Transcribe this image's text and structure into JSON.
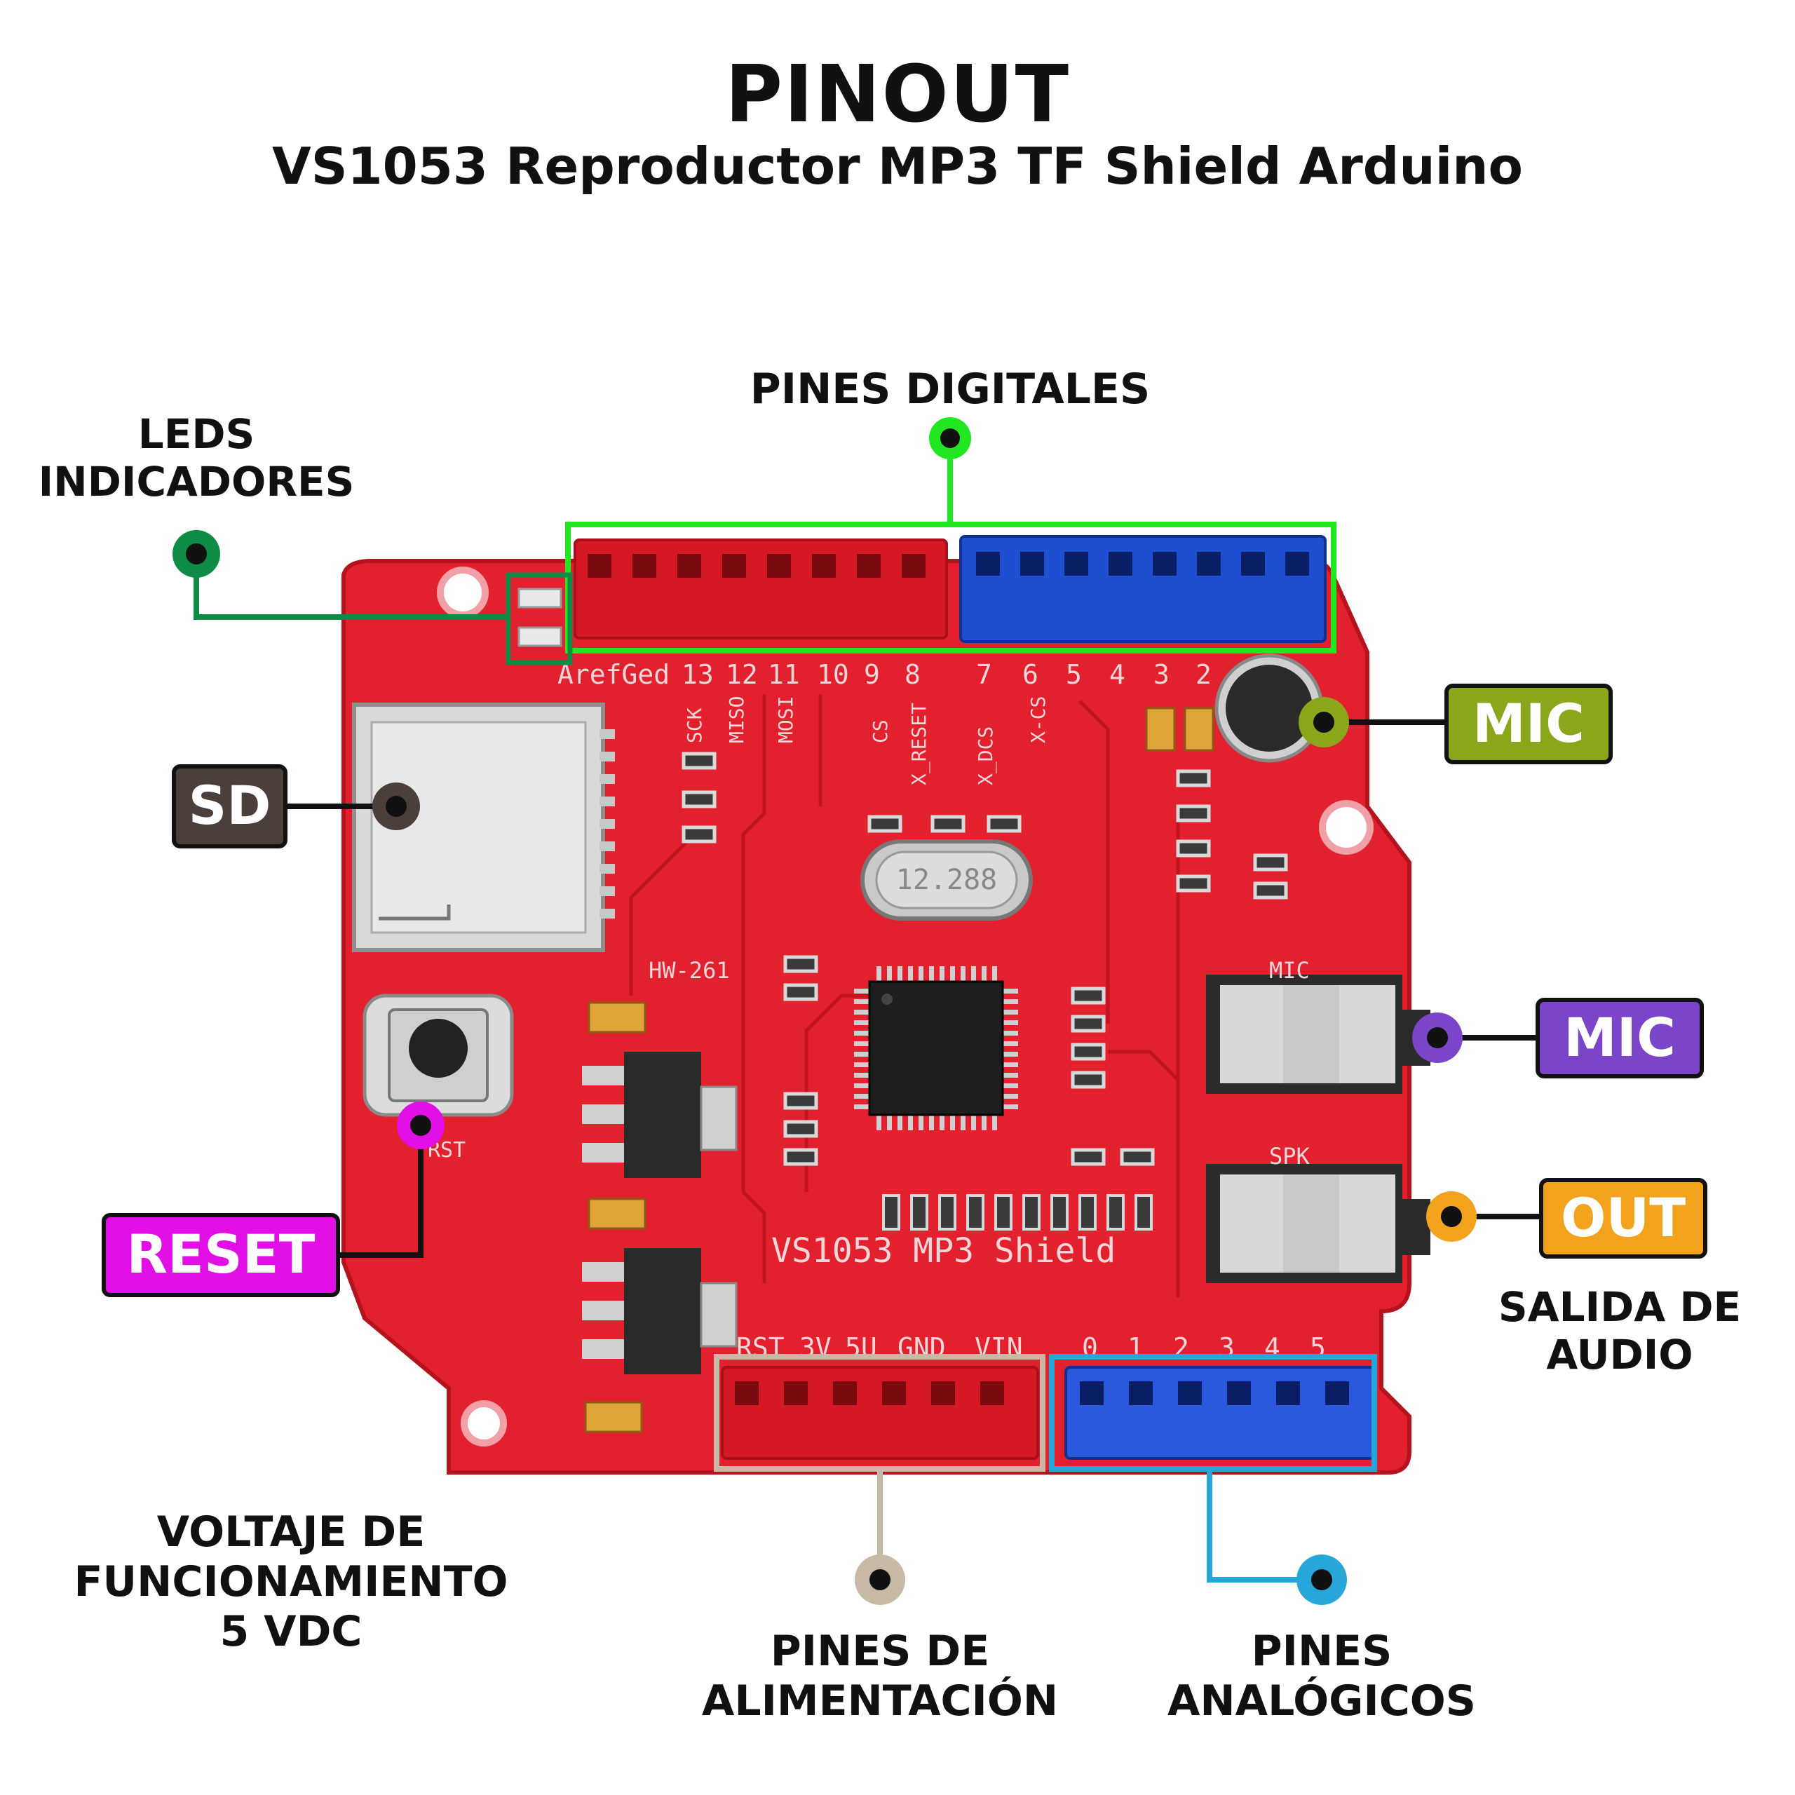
{
  "header": {
    "title": "PINOUT",
    "subtitle": "VS1053 Reproductor MP3 TF Shield Arduino"
  },
  "callouts": {
    "leds": {
      "text": "LEDS\nINDICADORES",
      "color": "#0e8c45"
    },
    "digital": {
      "text": "PINES DIGITALES",
      "color": "#22e622"
    },
    "sd": {
      "text": "SD",
      "color": "#4a3f3a"
    },
    "reset": {
      "text": "RESET",
      "color": "#e10ee6"
    },
    "mic_top": {
      "text": "MIC",
      "color": "#8aa61a"
    },
    "mic_jack": {
      "text": "MIC",
      "color": "#7a45c8"
    },
    "out": {
      "text": "OUT",
      "color": "#f3a21e"
    },
    "audio_out": {
      "text": "SALIDA DE\nAUDIO"
    },
    "voltage": {
      "text": "VOLTAJE DE\nFUNCIONAMIENTO\n5 VDC"
    },
    "power": {
      "text": "PINES DE\nALIMENTACIÓN",
      "color": "#c8b8a6"
    },
    "analog": {
      "text": "PINES\nANALÓGICOS",
      "color": "#26a6d9"
    }
  },
  "board": {
    "color": "#e3202d",
    "name_label": "VS1053 MP3 Shield",
    "model_label": "HW-261",
    "crystal_label": "12.288",
    "digital_header_labels": [
      "ArefGed",
      "13",
      "12",
      "11",
      "10",
      "9",
      "8",
      "7",
      "6",
      "5",
      "4",
      "3",
      "2"
    ],
    "spi_labels": [
      "SCK",
      "MISO",
      "MOSI",
      "CS",
      "X_RESET",
      "X_DCS",
      "X-CS"
    ],
    "power_header_labels": [
      "RST",
      "3V",
      "5U",
      "GND",
      "VIN"
    ],
    "analog_header_labels": [
      "0",
      "1",
      "2",
      "3",
      "4",
      "5"
    ],
    "jack_labels": [
      "MIC",
      "SPK"
    ],
    "button_label": "RST"
  }
}
